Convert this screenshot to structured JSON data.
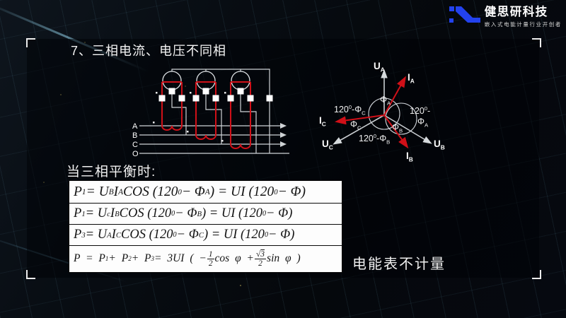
{
  "brand": {
    "name": "健思研科技",
    "tagline": "嵌入式电能计量行业开创者"
  },
  "slide": {
    "title": "7、三相电流、电压不同相",
    "balance_label": "当三相平衡时:",
    "note": "电能表不计量"
  },
  "circuit": {
    "phase_labels": [
      "A",
      "B",
      "C",
      "O"
    ]
  },
  "phasor": {
    "u_a": "U<sub>A</sub>",
    "i_a": "I<sub>A</sub>",
    "u_b": "U<sub>B</sub>",
    "i_b": "I<sub>B</sub>",
    "u_c": "U<sub>C</sub>",
    "i_c": "I<sub>C</sub>",
    "phi_a": "Φ<sub>A</sub>",
    "phi_b": "Φ<sub>B</sub>",
    "phi_c": "Φ<sub>C</sub>",
    "ang_c": "120<sup>0</sup>-Φ<sub>C</sub>",
    "ang_a_1": "120<sup>0</sup>-",
    "ang_a_2": "Φ<sub>A</sub>",
    "ang_b": "120<sup>0</sup>-Φ<sub>B</sub>"
  },
  "formulas": [
    "P<sub>1</sub> = U<sub>B</sub>I<sub>A</sub>COS (120<sup>0</sup> − Φ<sub>A</sub> ) = UI (120<sup>0</sup> − Φ)",
    "P<sub>1</sub> = U<sub>c</sub>I<sub>B</sub>COS (120<sup>0</sup> − Φ<sub>B</sub> ) = UI (120<sup>0</sup> − Φ)",
    "P<sub>3</sub> = U<sub>A</sub>I<sub>C</sub>COS (120<sup>0</sup> − Φ<sub>C</sub> ) = UI (120<sup>0</sup> − Φ)",
    "P = P<sub>1</sub> + P<sub>2</sub> + P<sub>3</sub> = 3UI ( − <span class='fr'><span class='num'>1</span><span>2</span></span> cos φ + <span class='fr'><span class='num'>√<span class='ov'>3</span></span><span>2</span></span> sin φ )"
  ],
  "colors": {
    "accent_red": "#d01018",
    "brand_blue": "#2342ee",
    "wire_gray": "#cfd3d6"
  }
}
